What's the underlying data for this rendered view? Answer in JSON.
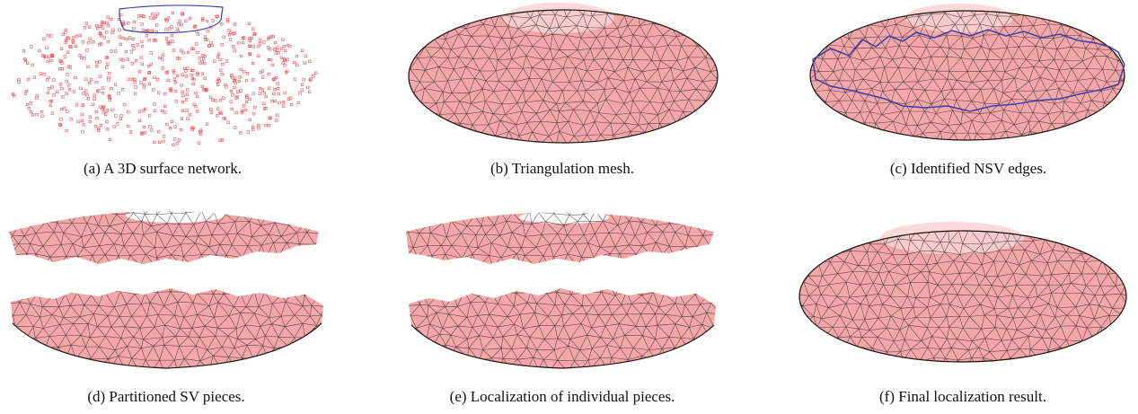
{
  "figure": {
    "panels": [
      {
        "id": "a",
        "caption": "(a) A 3D surface network."
      },
      {
        "id": "b",
        "caption": "(b) Triangulation mesh."
      },
      {
        "id": "c",
        "caption": "(c) Identified NSV edges."
      },
      {
        "id": "d",
        "caption": "(d) Partitioned SV pieces."
      },
      {
        "id": "e",
        "caption": "(e) Localization of individual pieces."
      },
      {
        "id": "f",
        "caption": "(f) Final localization result."
      }
    ]
  },
  "colors": {
    "mesh_fill": "#f2a7a9",
    "mesh_fill_light": "#f9d2d3",
    "mesh_edge": "#2a1a1a",
    "node": "#e8484b",
    "boundary": "#3b3fa8"
  }
}
